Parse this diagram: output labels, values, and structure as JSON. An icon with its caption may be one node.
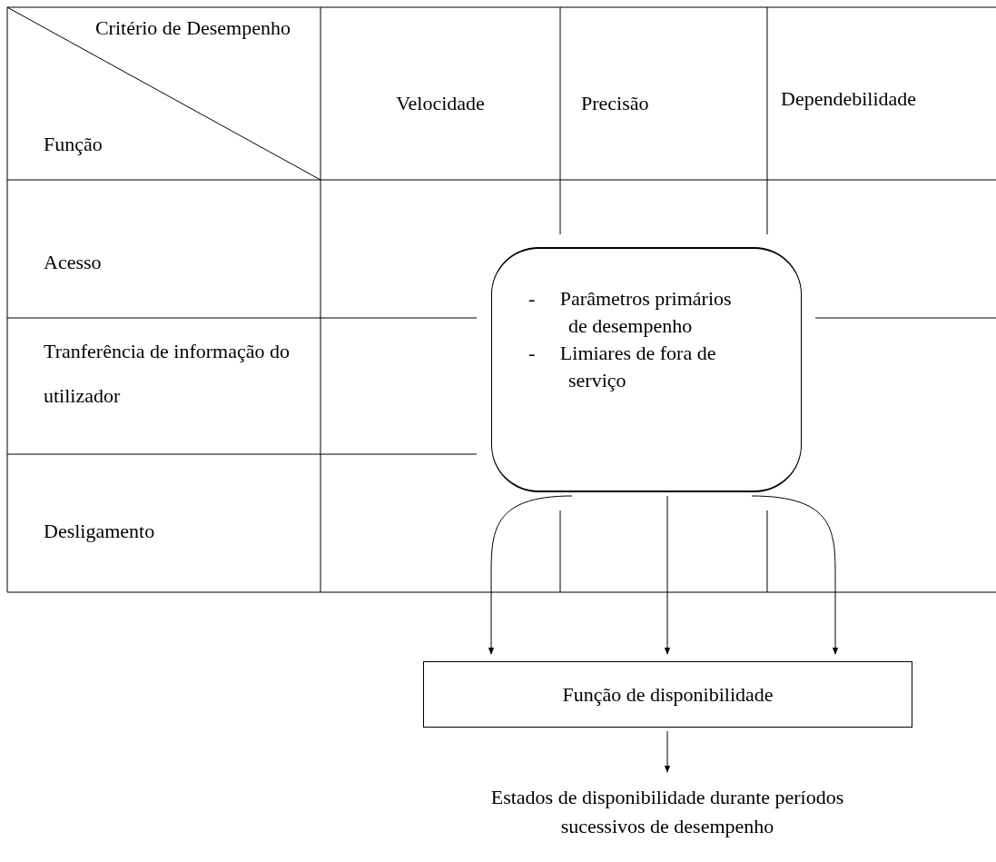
{
  "diagram": {
    "nodes": [
      {
        "text": [
          "- Parâmetros primários de desempenho",
          "- Limiares de fora de serviço"
        ]
      },
      {
        "text": [
          "Função de disponibilidade"
        ]
      },
      {
        "text": [
          "Estados de disponibilidade durante períodos sucessivos de desempenho"
        ]
      }
    ],
    "edges": [
      {
        "from": 0,
        "to": 1,
        "arrow": "to"
      },
      {
        "from": 0,
        "to": 1,
        "arrow": "to"
      },
      {
        "from": 0,
        "to": 1,
        "arrow": "to"
      },
      {
        "from": 1,
        "to": 2,
        "arrow": "to"
      }
    ],
    "labels": [
      "Critério de Desempenho",
      "Função",
      "Velocidade",
      "Precisão",
      "Dependebilidade",
      "Acesso",
      "Tranferência de informação do utilizador",
      "Desligamento"
    ]
  }
}
